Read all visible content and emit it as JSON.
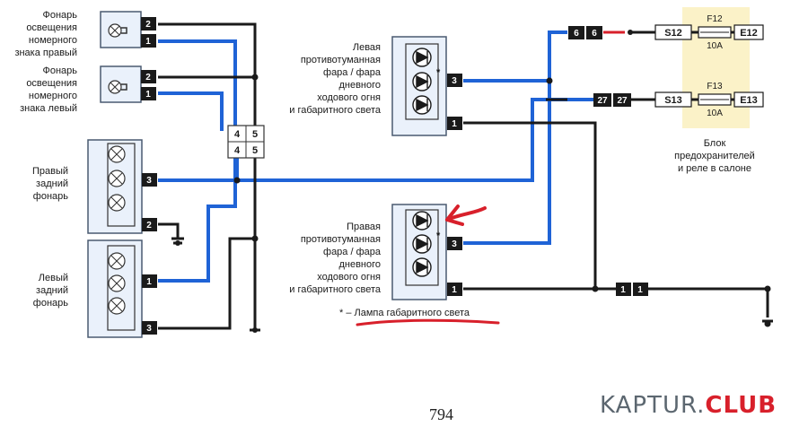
{
  "components": {
    "plate_right": [
      "Фонарь",
      "освещения",
      "номерного",
      "знака правый"
    ],
    "plate_left": [
      "Фонарь",
      "освещения",
      "номерного",
      "знака левый"
    ],
    "rear_right": [
      "Правый",
      "задний",
      "фонарь"
    ],
    "rear_left": [
      "Левый",
      "задний",
      "фонарь"
    ],
    "fog_left": [
      "Левая",
      "противотуманная",
      "фара / фара",
      "дневного",
      "ходового огня",
      "и габаритного света"
    ],
    "fog_right": [
      "Правая",
      "противотуманная",
      "фара / фара",
      "дневного",
      "ходового огня",
      "и габаритного света"
    ],
    "fuse_block": [
      "Блок",
      "предохранителей",
      "и реле в салоне"
    ]
  },
  "pins": {
    "plate_right": [
      "2",
      "1"
    ],
    "plate_left": [
      "2",
      "1"
    ],
    "rear_right": [
      "3",
      "2"
    ],
    "rear_left": [
      "1",
      "3"
    ],
    "fog_left": [
      "3",
      "1"
    ],
    "fog_right": [
      "3",
      "1"
    ],
    "junction": [
      "4",
      "5",
      "4",
      "5"
    ],
    "conn_6": [
      "6",
      "6"
    ],
    "conn_27": [
      "27",
      "27"
    ],
    "conn_11": [
      "1",
      "1"
    ]
  },
  "fuses": [
    {
      "left": "S12",
      "name": "F12",
      "rating": "10A",
      "right": "E12"
    },
    {
      "left": "S13",
      "name": "F13",
      "rating": "10A",
      "right": "E13"
    }
  ],
  "footnote": "* – Лампа габаритного света",
  "marker": "*",
  "page_number": "794",
  "brand": {
    "part1": "KAPTUR.",
    "part2": "CLUB"
  },
  "colors": {
    "blue_wire": "#1f63d6",
    "black_wire": "#1a1a1a",
    "red_wire": "#d8202b",
    "highlight": "#fbf2c8",
    "annotation": "#d8202b"
  }
}
